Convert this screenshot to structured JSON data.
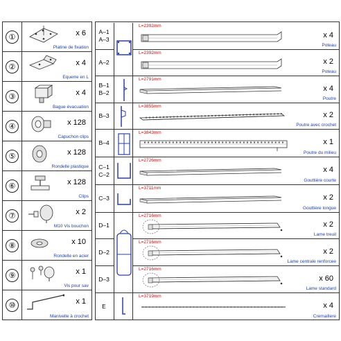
{
  "left_items": [
    {
      "num": "①",
      "qty": "x 6",
      "name": "Platine de fixation",
      "icon": "plate-icon"
    },
    {
      "num": "②",
      "qty": "x 4",
      "name": "Equerre en L",
      "icon": "l-bracket-icon"
    },
    {
      "num": "③",
      "qty": "x 4",
      "name": "Bague évacuation",
      "icon": "drain-ring-icon"
    },
    {
      "num": "④",
      "qty": "x 128",
      "name": "Capuchon clips",
      "icon": "clip-cap-icon"
    },
    {
      "num": "⑤",
      "qty": "x 128",
      "name": "Rondelle plastique",
      "icon": "plastic-washer-icon"
    },
    {
      "num": "⑥",
      "qty": "x 128",
      "name": "Clips",
      "icon": "clip-icon"
    },
    {
      "num": "⑦",
      "qty": "x 2",
      "name": "M10 Vis bouchon",
      "icon": "cap-screw-icon"
    },
    {
      "num": "⑧",
      "qty": "x 10",
      "name": "Rondelle en acier",
      "icon": "steel-washer-icon"
    },
    {
      "num": "⑨",
      "qty": "x 1",
      "name": "Vis pour sav",
      "icon": "spare-screws-icon"
    },
    {
      "num": "⑩",
      "qty": "x 1",
      "name": "Manivelle à crochet",
      "icon": "crank-handle-icon"
    }
  ],
  "right_items": [
    {
      "codes": [
        "A–1",
        "A–3"
      ],
      "length": "L=2392mm",
      "qty": "x 4",
      "name": "Poteau",
      "beam": "post"
    },
    {
      "codes": [
        "A–2"
      ],
      "length": "L=2392mm",
      "qty": "x 2",
      "name": "Poteau",
      "beam": "post"
    },
    {
      "codes": [
        "B–1",
        "B–2"
      ],
      "length": "L=2791mm",
      "qty": "x 4",
      "name": "Poutre",
      "beam": "flat"
    },
    {
      "codes": [
        "B–3"
      ],
      "length": "L=3855mm",
      "qty": "x 2",
      "name": "Poutre avec crochet",
      "beam": "hook"
    },
    {
      "codes": [
        "B–4"
      ],
      "length": "L=3843mm",
      "qty": "x 1",
      "name": "Poutre du milieu",
      "beam": "middle"
    },
    {
      "codes": [
        "C–1",
        "C–2"
      ],
      "length": "L=2726mm",
      "qty": "x 4",
      "name": "Gouttière courte",
      "beam": "flat"
    },
    {
      "codes": [
        "C–3"
      ],
      "length": "L=3711mm",
      "qty": "x 2",
      "name": "Gouttière longue",
      "beam": "flat"
    },
    {
      "codes": [
        "D–1"
      ],
      "length": "L=2716mm",
      "qty": "x 2",
      "name": "Lame treuil",
      "beam": "blade"
    },
    {
      "codes": [
        "D–2"
      ],
      "length": "L=2716mm",
      "qty": "x 2",
      "name": "Lame centrale renforcee",
      "beam": "blade"
    },
    {
      "codes": [
        "D–3"
      ],
      "length": "L=2716mm",
      "qty": "x 60",
      "name": "Lame standard",
      "beam": "blade"
    },
    {
      "codes": [
        "E"
      ],
      "length": "L=3719mm",
      "qty": "x 4",
      "name": "Cremaillere",
      "beam": "rack"
    }
  ]
}
